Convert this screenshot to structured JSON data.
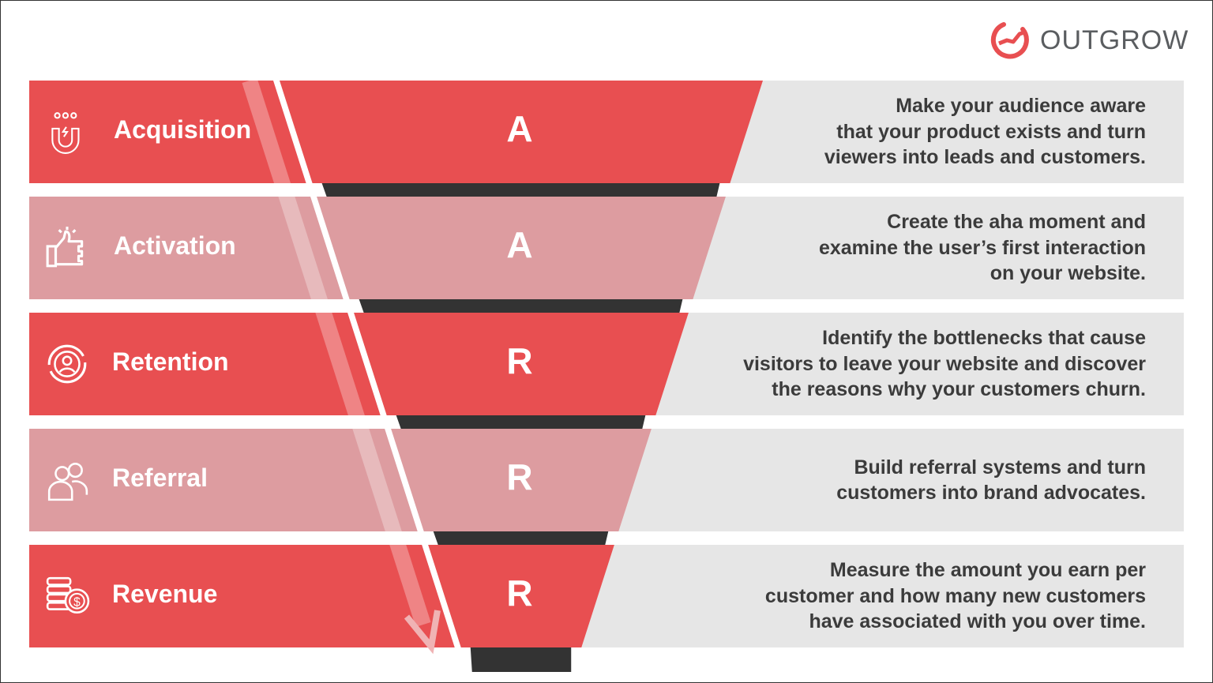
{
  "brand": {
    "name": "OUTGROW",
    "accent": "#e84f51"
  },
  "colors": {
    "strong": "#e84f51",
    "light": "#dd9ca0",
    "panel": "#e6e6e6",
    "dark": "#333333"
  },
  "stages": [
    {
      "label": "Acquisition",
      "letter": "A",
      "icon": "magnet-icon",
      "tone": "strong",
      "description": [
        "Make your audience aware",
        "that your product exists and turn",
        "viewers into leads and customers."
      ]
    },
    {
      "label": "Activation",
      "letter": "A",
      "icon": "thumbs-up-icon",
      "tone": "light",
      "description": [
        "Create the aha moment and",
        "examine the user’s first interaction",
        "on your website."
      ]
    },
    {
      "label": "Retention",
      "letter": "R",
      "icon": "user-cycle-icon",
      "tone": "strong",
      "description": [
        "Identify the bottlenecks that cause",
        "visitors to leave your website and discover",
        "the reasons why your customers churn."
      ]
    },
    {
      "label": "Referral",
      "letter": "R",
      "icon": "people-icon",
      "tone": "light",
      "description": [
        "Build referral systems and turn",
        "customers into brand advocates."
      ]
    },
    {
      "label": "Revenue",
      "letter": "R",
      "icon": "coins-icon",
      "tone": "strong",
      "description": [
        "Measure the amount you earn per",
        "customer and how many new customers",
        "have associated with you over time."
      ]
    }
  ]
}
